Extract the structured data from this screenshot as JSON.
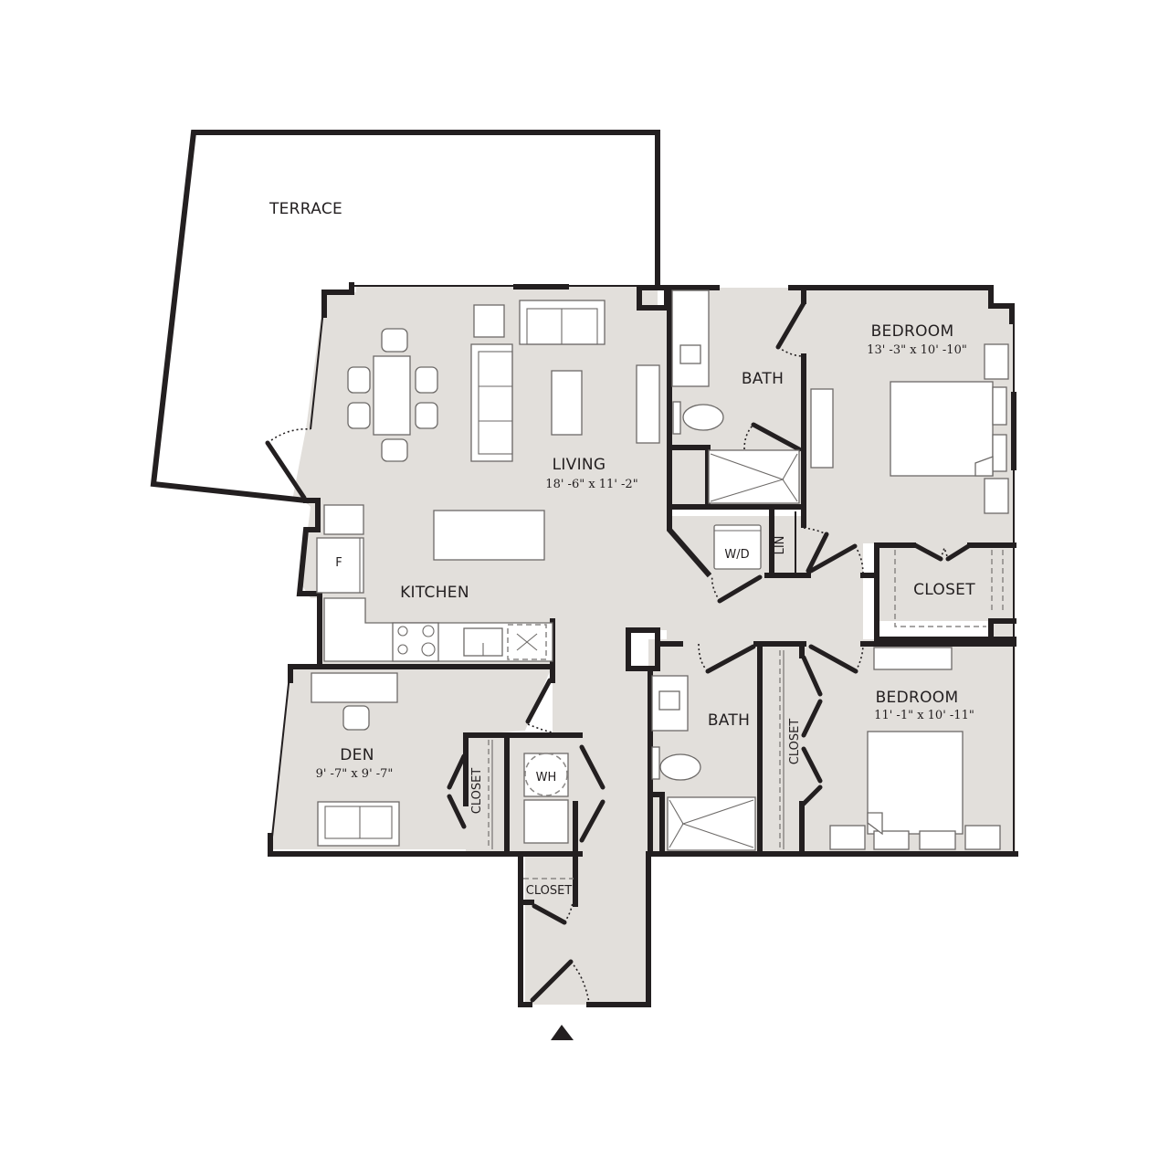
{
  "plan": {
    "rooms": {
      "terrace": {
        "label": "TERRACE"
      },
      "living": {
        "label": "LIVING",
        "dimensions": "18' -6\" x 11' -2\""
      },
      "kitchen": {
        "label": "KITCHEN"
      },
      "den": {
        "label": "DEN",
        "dimensions": "9' -7\" x 9' -7\""
      },
      "bath_primary": {
        "label": "BATH"
      },
      "bath_secondary": {
        "label": "BATH"
      },
      "bedroom_primary": {
        "label": "BEDROOM",
        "dimensions": "13' -3\" x 10' -10\""
      },
      "bedroom_secondary": {
        "label": "BEDROOM",
        "dimensions": "11' -1\" x 10' -11\""
      },
      "closet_primary": {
        "label": "CLOSET"
      },
      "closet_secondary": {
        "label": "CLOSET"
      },
      "closet_den": {
        "label": "CLOSET"
      },
      "closet_entry": {
        "label": "CLOSET"
      }
    },
    "fixtures": {
      "fridge": "F",
      "washer_dryer": "W/D",
      "linen": "LIN",
      "water_heater": "WH"
    },
    "entry_marker": "entry-arrow",
    "colors": {
      "floor": "#e2dfdb",
      "wall": "#231f20",
      "furniture": "#ffffff"
    }
  }
}
